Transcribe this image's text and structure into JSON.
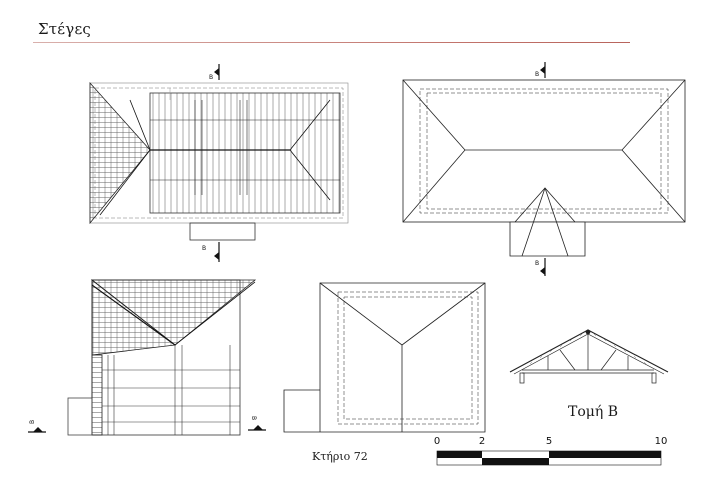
{
  "header": {
    "title": "Στέγες"
  },
  "plans": {
    "section_marker_letter": "Β"
  },
  "captions": {
    "building": "Κτήριο 72",
    "section": "Τομή Β"
  },
  "scale_bar": {
    "ticks": [
      "0",
      "2",
      "5",
      "10"
    ]
  }
}
